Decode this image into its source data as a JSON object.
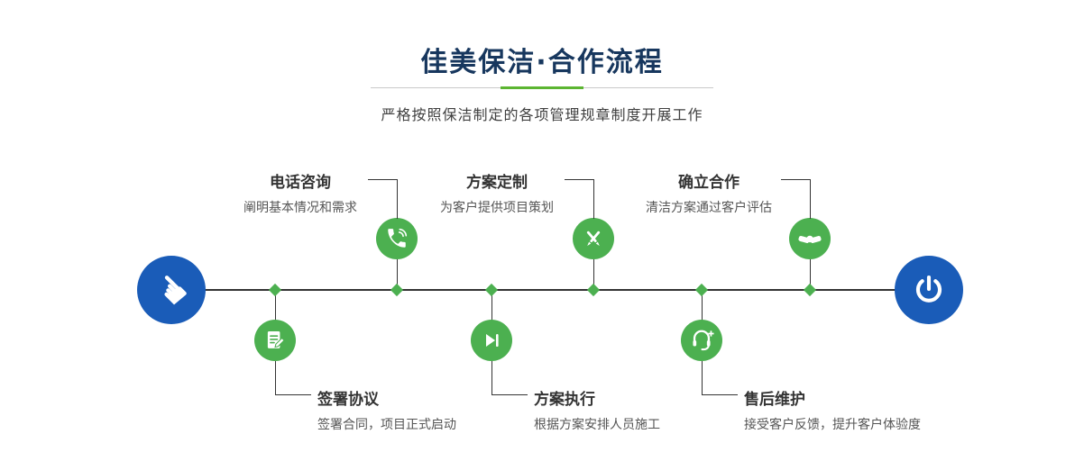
{
  "page": {
    "title": "佳美保洁·合作流程",
    "subtitle": "严格按照保洁制定的各项管理规章制度开展工作"
  },
  "flow": {
    "start": {
      "icon": "hand-pointer-icon"
    },
    "end": {
      "icon": "power-icon"
    },
    "top_steps": [
      {
        "label": "电话咨询",
        "desc": "阐明基本情况和需求",
        "icon": "phone-icon"
      },
      {
        "label": "方案定制",
        "desc": "为客户提供项目策划",
        "icon": "crossed-pencils-icon"
      },
      {
        "label": "确立合作",
        "desc": "清洁方案通过客户评估",
        "icon": "handshake-icon"
      }
    ],
    "bottom_steps": [
      {
        "label": "签署协议",
        "desc": "签署合同，项目正式启动",
        "icon": "contract-icon"
      },
      {
        "label": "方案执行",
        "desc": "根据方案安排人员施工",
        "icon": "play-execute-icon"
      },
      {
        "label": "售后维护",
        "desc": "接受客户反馈，提升客户体验度",
        "icon": "customer-support-icon"
      }
    ]
  },
  "colors": {
    "title": "#17375e",
    "green": "#4cb050",
    "blue": "#1a5cb8",
    "divider_accent": "#5cb531",
    "line": "#333333"
  }
}
